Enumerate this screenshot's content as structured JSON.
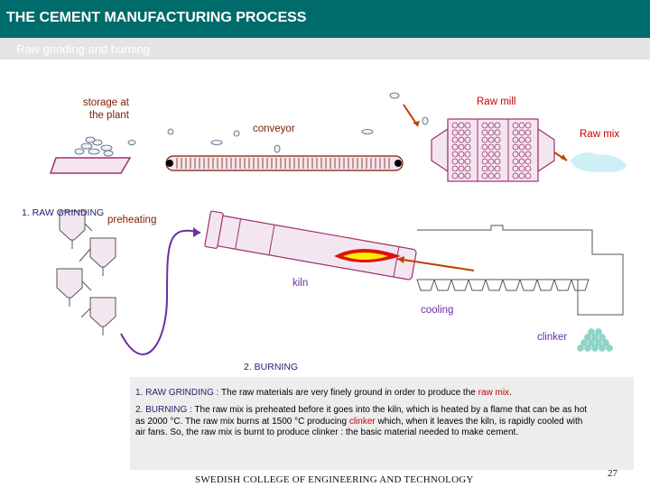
{
  "header": {
    "title": "THE CEMENT MANUFACTURING PROCESS",
    "subtitle": "Raw grinding and burning"
  },
  "diagram": {
    "labels": {
      "storage": "storage at\nthe plant",
      "raw_mill": "Raw mill",
      "conveyor": "conveyor",
      "raw_mix": "Raw mix",
      "raw_grinding": "1. RAW GRINDING",
      "preheating": "preheating",
      "kiln": "kiln",
      "cooling": "cooling",
      "clinker": "clinker",
      "burning": "2. BURNING"
    }
  },
  "description": {
    "p1_head": "1. RAW GRINDING :",
    "p1_text": " The raw materials are very finely ground in order to produce the ",
    "p1_hl": "raw mix",
    "p1_end": ".",
    "p2_head": "2. BURNING :",
    "p2_text_a": " The raw mix is preheated before it goes into the kiln, which is heated by a flame that can be as hot as 2000 °C. The raw mix burns at 1500 °C producing ",
    "p2_hl": "clinker",
    "p2_text_b": " which, when it leaves the kiln, is rapidly cooled with air fans. So, the raw mix is burnt to produce clinker : the basic material needed to make cement."
  },
  "footer": {
    "institution": "SWEDISH COLLEGE OF ENGINEERING AND TECHNOLOGY",
    "page": "27"
  },
  "colors": {
    "title_bar": "#006b6b",
    "label_brown": "#7a1f00",
    "label_red": "#cc0000",
    "label_purple": "#6b2fa6",
    "flame_red": "#e01010",
    "flame_yellow": "#ffee00",
    "equipment_fill": "#f4e6f0",
    "equipment_stroke": "#a0306a",
    "raw_mix_blue": "#cfeff6",
    "clinker_teal": "#8fd6c8"
  }
}
